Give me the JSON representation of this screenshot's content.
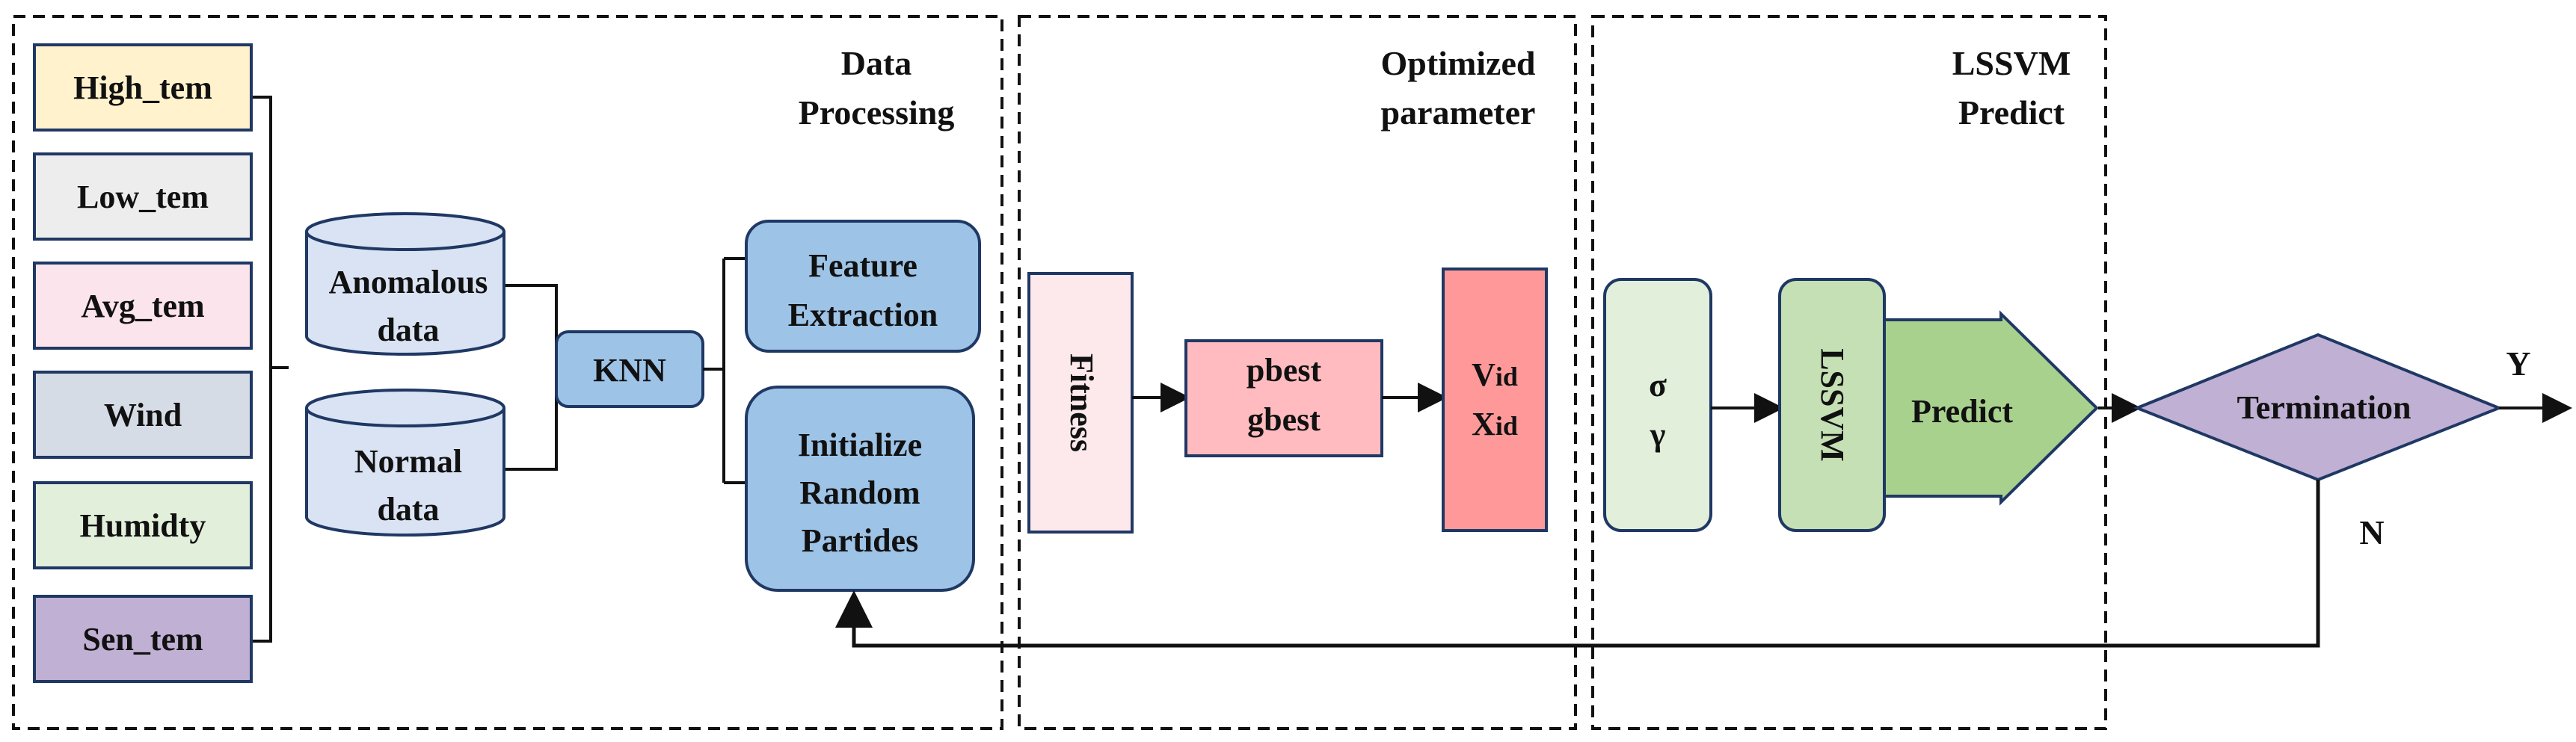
{
  "sections": {
    "data_processing": [
      "Data",
      "Processing"
    ],
    "optimized_parameter": [
      "Optimized",
      "parameter"
    ],
    "lssvm_predict": [
      "LSSVM",
      "Predict"
    ]
  },
  "features": [
    {
      "label": "High_tem",
      "color": "#FFF2CC"
    },
    {
      "label": "Low_tem",
      "color": "#EDEDED"
    },
    {
      "label": "Avg_tem",
      "color": "#FCE4EC"
    },
    {
      "label": "Wind",
      "color": "#D6DCE5"
    },
    {
      "label": "Humidty",
      "color": "#E2EFDA"
    },
    {
      "label": "Sen_tem",
      "color": "#C0B0D4"
    }
  ],
  "databases": {
    "anomalous": [
      "Anomalous",
      "data"
    ],
    "normal": [
      "Normal",
      "data"
    ],
    "color": "#DAE3F3"
  },
  "knn": "KNN",
  "feature_extraction": [
    "Feature",
    "Extraction"
  ],
  "initialize": [
    "Initialize",
    "Random",
    "Partides"
  ],
  "blue_color": "#9DC3E6",
  "fitness": "Fitness",
  "pbest_gbest": [
    "pbest",
    "gbest"
  ],
  "vid_xid": [
    {
      "main": "V",
      "sub": "id"
    },
    {
      "main": "X",
      "sub": "id"
    }
  ],
  "sigma_gamma": [
    "σ",
    "γ"
  ],
  "lssvm": "LSSVM",
  "predict": "Predict",
  "termination": "Termination",
  "yes_label": "Y",
  "no_label": "N",
  "colors": {
    "fitness": "#FDE9EC",
    "pbest": "#FFBBBF",
    "vid": "#FF9999",
    "sigma": "#E2EFDA",
    "lssvm": "#C5E0B4",
    "predict": "#A9D18E",
    "termination": "#C0B0D4",
    "border": "#1F3864"
  }
}
